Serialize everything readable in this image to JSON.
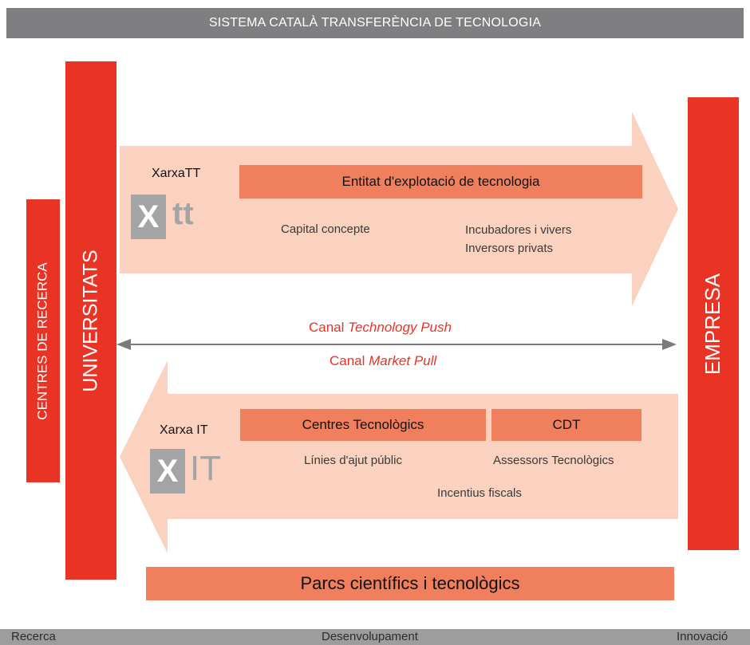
{
  "header": {
    "title": "SISTEMA CATALÀ TRANSFERÈNCIA DE TECNOLOGIA"
  },
  "left_bars": {
    "centres": "CENTRES DE RECERCA",
    "universitats": "UNIVERSITATS"
  },
  "right_bar": {
    "empresa": "EMPRESA"
  },
  "top_arrow": {
    "network_label": "XarxaTT",
    "logo_text": "tt",
    "box_label": "Entitat d'explotació de tecnologia",
    "items": [
      "Capital concepte",
      "Incubadores i vivers",
      "Inversors privats"
    ]
  },
  "channels": {
    "push_prefix": "Canal ",
    "push_emphasis": "Technology Push",
    "pull_prefix": "Canal ",
    "pull_emphasis": "Market Pull"
  },
  "bottom_arrow": {
    "network_label": "Xarxa IT",
    "logo_text": "IT",
    "box1_label": "Centres Tecnològics",
    "box2_label": "CDT",
    "items": [
      "Línies d'ajut públic",
      "Assessors Tecnològics",
      "Incentius fiscals"
    ]
  },
  "parcs": {
    "label": "Parcs científics i tecnològics"
  },
  "footer": {
    "left": "Recerca",
    "middle": "Desenvolupament",
    "right": "Innovació"
  },
  "colors": {
    "red": "#e93324",
    "orange": "#f07f5d",
    "arrow_fill": "#fbd2c0",
    "grey": "#7f7f81"
  }
}
